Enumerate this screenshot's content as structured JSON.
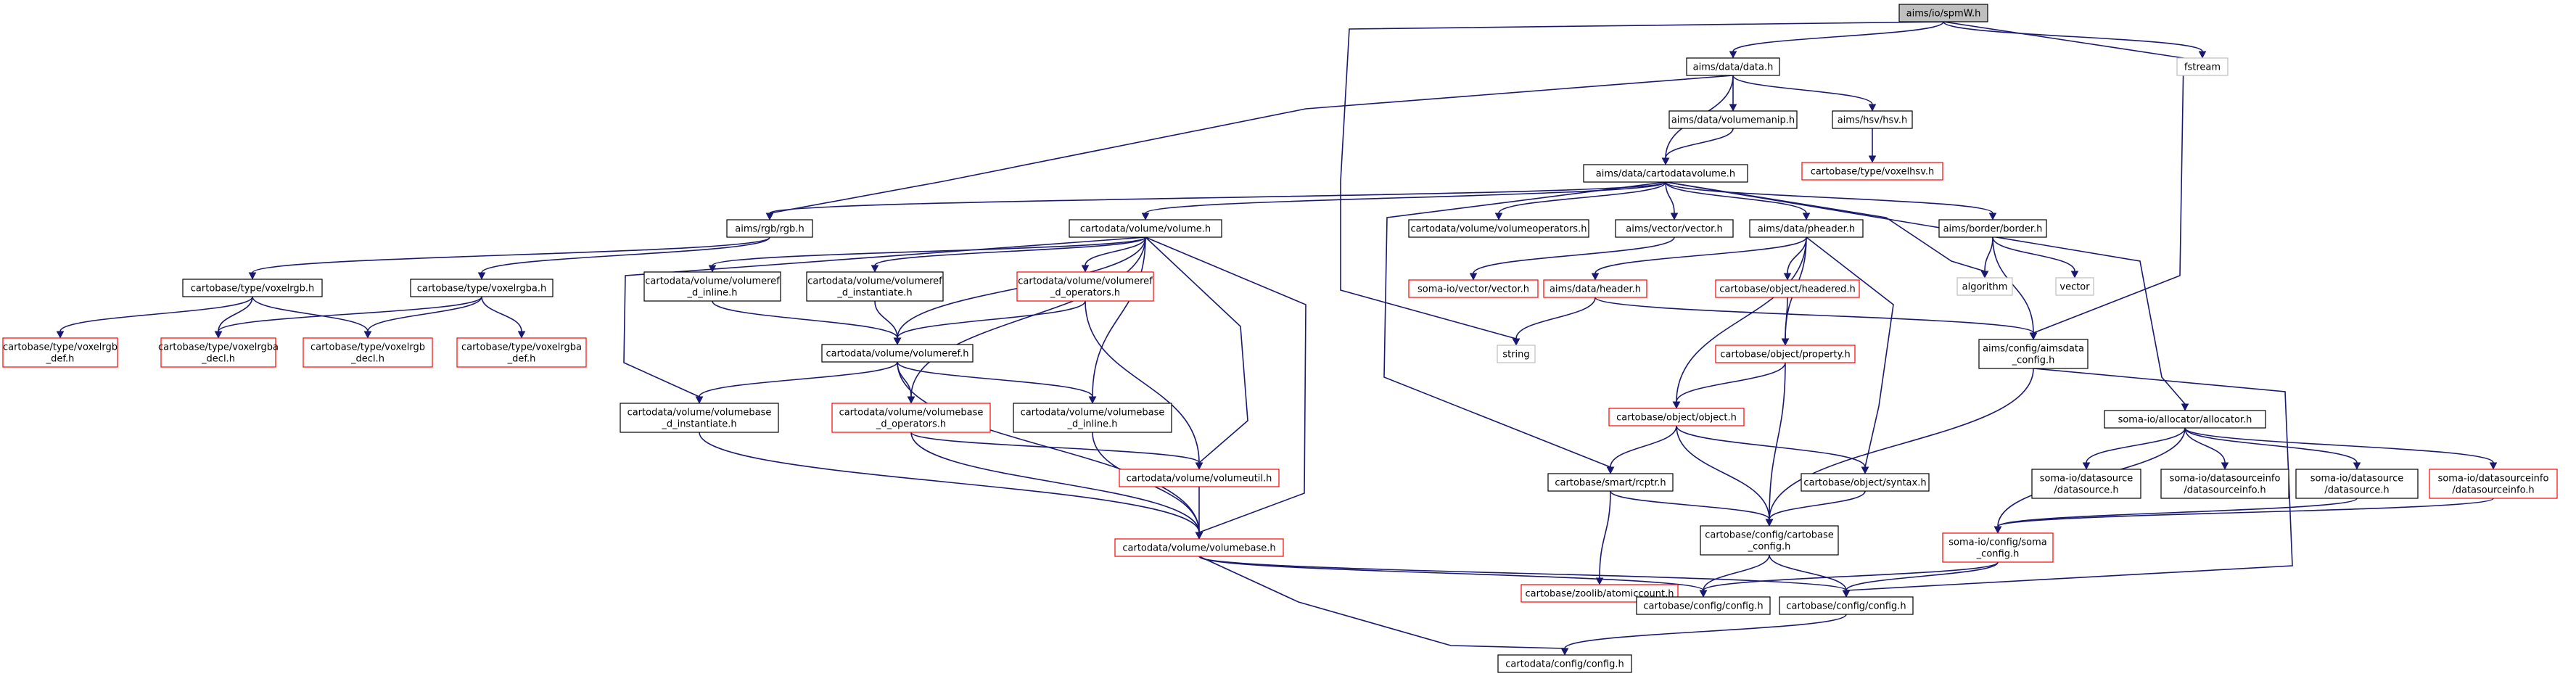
{
  "colors": {
    "edge": "#191970",
    "normal_border": "#000000",
    "missing_border": "#ff0000",
    "external_border": "#bfbfbf",
    "root_fill": "#bfbfbf"
  },
  "graph": {
    "nodes": {
      "n0": {
        "lines": [
          "aims/io/spmW.h"
        ],
        "kind": "root"
      },
      "n1": {
        "lines": [
          "aims/data/data.h"
        ],
        "kind": "normal"
      },
      "n2": {
        "lines": [
          "fstream"
        ],
        "kind": "external"
      },
      "n3": {
        "lines": [
          "aims/data/volumemanip.h"
        ],
        "kind": "normal"
      },
      "n4": {
        "lines": [
          "aims/hsv/hsv.h"
        ],
        "kind": "normal"
      },
      "n5": {
        "lines": [
          "cartobase/type/voxelhsv.h"
        ],
        "kind": "missing"
      },
      "n6": {
        "lines": [
          "aims/data/cartodatavolume.h"
        ],
        "kind": "normal"
      },
      "n7": {
        "lines": [
          "aims/rgb/rgb.h"
        ],
        "kind": "normal"
      },
      "n8": {
        "lines": [
          "cartodata/volume/volume.h"
        ],
        "kind": "normal"
      },
      "n9": {
        "lines": [
          "cartodata/volume/volumeoperators.h"
        ],
        "kind": "normal"
      },
      "n10": {
        "lines": [
          "aims/vector/vector.h"
        ],
        "kind": "normal"
      },
      "n11": {
        "lines": [
          "aims/data/pheader.h"
        ],
        "kind": "normal"
      },
      "n12": {
        "lines": [
          "aims/border/border.h"
        ],
        "kind": "normal"
      },
      "n13": {
        "lines": [
          "algorithm"
        ],
        "kind": "external"
      },
      "n14": {
        "lines": [
          "vector"
        ],
        "kind": "external"
      },
      "n15": {
        "lines": [
          "cartobase/type/voxelrgb.h"
        ],
        "kind": "normal"
      },
      "n16": {
        "lines": [
          "cartobase/type/voxelrgba.h"
        ],
        "kind": "normal"
      },
      "n17": {
        "lines": [
          "cartobase/type/voxelrgb",
          "_def.h"
        ],
        "kind": "missing"
      },
      "n18": {
        "lines": [
          "cartobase/type/voxelrgba",
          "_decl.h"
        ],
        "kind": "missing"
      },
      "n19": {
        "lines": [
          "cartobase/type/voxelrgb",
          "_decl.h"
        ],
        "kind": "missing"
      },
      "n20": {
        "lines": [
          "cartobase/type/voxelrgba",
          "_def.h"
        ],
        "kind": "missing"
      },
      "n21": {
        "lines": [
          "cartodata/volume/volumeref",
          "_d_inline.h"
        ],
        "kind": "normal"
      },
      "n22": {
        "lines": [
          "cartodata/volume/volumeref",
          "_d_instantiate.h"
        ],
        "kind": "normal"
      },
      "n23": {
        "lines": [
          "cartodata/volume/volumeref",
          "_d_operators.h"
        ],
        "kind": "missing"
      },
      "n24": {
        "lines": [
          "cartodata/volume/volumeref.h"
        ],
        "kind": "normal"
      },
      "n25": {
        "lines": [
          "cartodata/volume/volumebase",
          "_d_instantiate.h"
        ],
        "kind": "normal"
      },
      "n26": {
        "lines": [
          "cartodata/volume/volumebase",
          "_d_operators.h"
        ],
        "kind": "missing"
      },
      "n27": {
        "lines": [
          "cartodata/volume/volumebase",
          "_d_inline.h"
        ],
        "kind": "normal"
      },
      "n28": {
        "lines": [
          "cartodata/volume/volumeutil.h"
        ],
        "kind": "missing"
      },
      "n29": {
        "lines": [
          "cartodata/volume/volumebase.h"
        ],
        "kind": "missing"
      },
      "n30": {
        "lines": [
          "soma-io/vector/vector.h"
        ],
        "kind": "missing"
      },
      "n31": {
        "lines": [
          "aims/data/header.h"
        ],
        "kind": "missing"
      },
      "n32": {
        "lines": [
          "cartobase/object/headered.h"
        ],
        "kind": "missing"
      },
      "n33": {
        "lines": [
          "string"
        ],
        "kind": "external"
      },
      "n34": {
        "lines": [
          "cartobase/object/property.h"
        ],
        "kind": "missing"
      },
      "n35": {
        "lines": [
          "aims/config/aimsdata",
          "_config.h"
        ],
        "kind": "normal"
      },
      "n36": {
        "lines": [
          "cartobase/object/object.h"
        ],
        "kind": "missing"
      },
      "n37": {
        "lines": [
          "cartobase/smart/rcptr.h"
        ],
        "kind": "normal"
      },
      "n38": {
        "lines": [
          "cartobase/object/syntax.h"
        ],
        "kind": "normal"
      },
      "n39": {
        "lines": [
          "cartobase/zoolib/atomiccount.h"
        ],
        "kind": "missing"
      },
      "n40": {
        "lines": [
          "cartobase/config/cartobase",
          "_config.h"
        ],
        "kind": "normal"
      },
      "n41": {
        "lines": [
          "soma-io/allocator/allocator.h"
        ],
        "kind": "normal"
      },
      "n42": {
        "lines": [
          "soma-io/datasource",
          "/datasource.h"
        ],
        "kind": "normal"
      },
      "n43": {
        "lines": [
          "soma-io/datasourceinfo",
          "/datasourceinfo.h"
        ],
        "kind": "normal"
      },
      "n44": {
        "lines": [
          "soma-io/datasource",
          "/datasource.h"
        ],
        "kind": "normal"
      },
      "n45": {
        "lines": [
          "soma-io/datasourceinfo",
          "/datasourceinfo.h"
        ],
        "kind": "missing"
      },
      "n46": {
        "lines": [
          "soma-io/config/soma",
          "_config.h"
        ],
        "kind": "missing"
      },
      "n47": {
        "lines": [
          "cartobase/config/config.h"
        ],
        "kind": "normal"
      },
      "n48": {
        "lines": [
          "cartobase/config/config.h"
        ],
        "kind": "normal"
      },
      "n49": {
        "lines": [
          "cartodata/config/config.h"
        ],
        "kind": "normal"
      }
    },
    "edges": [
      [
        "n0",
        "n1"
      ],
      [
        "n0",
        "n2"
      ],
      [
        "n0",
        "n35"
      ],
      [
        "n0",
        "n33"
      ],
      [
        "n1",
        "n3"
      ],
      [
        "n1",
        "n4"
      ],
      [
        "n1",
        "n6"
      ],
      [
        "n1",
        "n7"
      ],
      [
        "n3",
        "n6"
      ],
      [
        "n4",
        "n5"
      ],
      [
        "n6",
        "n7"
      ],
      [
        "n6",
        "n8"
      ],
      [
        "n6",
        "n9"
      ],
      [
        "n6",
        "n10"
      ],
      [
        "n6",
        "n11"
      ],
      [
        "n6",
        "n12"
      ],
      [
        "n6",
        "n13"
      ],
      [
        "n6",
        "n37"
      ],
      [
        "n6",
        "n41"
      ],
      [
        "n7",
        "n15"
      ],
      [
        "n7",
        "n16"
      ],
      [
        "n15",
        "n17"
      ],
      [
        "n15",
        "n18"
      ],
      [
        "n15",
        "n19"
      ],
      [
        "n16",
        "n18"
      ],
      [
        "n16",
        "n19"
      ],
      [
        "n16",
        "n20"
      ],
      [
        "n8",
        "n21"
      ],
      [
        "n8",
        "n22"
      ],
      [
        "n8",
        "n23"
      ],
      [
        "n8",
        "n24"
      ],
      [
        "n8",
        "n25"
      ],
      [
        "n8",
        "n26"
      ],
      [
        "n8",
        "n27"
      ],
      [
        "n8",
        "n28"
      ],
      [
        "n8",
        "n29"
      ],
      [
        "n21",
        "n24"
      ],
      [
        "n22",
        "n24"
      ],
      [
        "n23",
        "n24"
      ],
      [
        "n23",
        "n28"
      ],
      [
        "n24",
        "n25"
      ],
      [
        "n24",
        "n26"
      ],
      [
        "n24",
        "n27"
      ],
      [
        "n24",
        "n29"
      ],
      [
        "n25",
        "n29"
      ],
      [
        "n26",
        "n28"
      ],
      [
        "n26",
        "n29"
      ],
      [
        "n27",
        "n29"
      ],
      [
        "n28",
        "n29"
      ],
      [
        "n29",
        "n47"
      ],
      [
        "n29",
        "n48"
      ],
      [
        "n29",
        "n49"
      ],
      [
        "n10",
        "n30"
      ],
      [
        "n11",
        "n31"
      ],
      [
        "n11",
        "n32"
      ],
      [
        "n11",
        "n34"
      ],
      [
        "n11",
        "n36"
      ],
      [
        "n11",
        "n38"
      ],
      [
        "n31",
        "n33"
      ],
      [
        "n31",
        "n35"
      ],
      [
        "n32",
        "n34"
      ],
      [
        "n34",
        "n36"
      ],
      [
        "n34",
        "n40"
      ],
      [
        "n36",
        "n37"
      ],
      [
        "n36",
        "n38"
      ],
      [
        "n36",
        "n40"
      ],
      [
        "n37",
        "n39"
      ],
      [
        "n37",
        "n40"
      ],
      [
        "n38",
        "n40"
      ],
      [
        "n12",
        "n13"
      ],
      [
        "n12",
        "n14"
      ],
      [
        "n12",
        "n35"
      ],
      [
        "n35",
        "n40"
      ],
      [
        "n35",
        "n48"
      ],
      [
        "n40",
        "n47"
      ],
      [
        "n40",
        "n48"
      ],
      [
        "n41",
        "n42"
      ],
      [
        "n41",
        "n43"
      ],
      [
        "n41",
        "n44"
      ],
      [
        "n41",
        "n45"
      ],
      [
        "n41",
        "n46"
      ],
      [
        "n44",
        "n46"
      ],
      [
        "n45",
        "n46"
      ],
      [
        "n46",
        "n47"
      ],
      [
        "n46",
        "n48"
      ],
      [
        "n48",
        "n49"
      ]
    ]
  }
}
